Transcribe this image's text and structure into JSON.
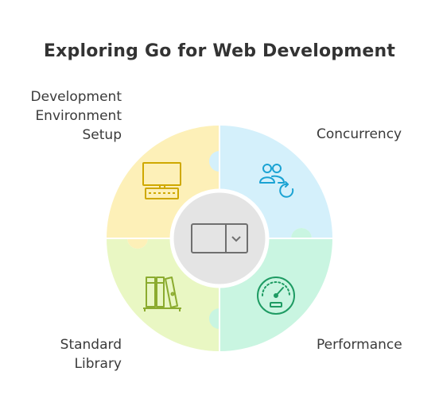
{
  "title": "Exploring Go for Web Development",
  "segments": [
    {
      "id": "dev-env",
      "label_lines": [
        "Development",
        "Environment",
        "Setup"
      ],
      "color": "#fdf0b8",
      "icon": "computer-icon"
    },
    {
      "id": "concurrency",
      "label_lines": [
        "Concurrency"
      ],
      "color": "#d4f0fb",
      "icon": "users-refresh-icon"
    },
    {
      "id": "std-lib",
      "label_lines": [
        "Standard",
        "Library"
      ],
      "color": "#e9f7c3",
      "icon": "books-icon"
    },
    {
      "id": "performance",
      "label_lines": [
        "Performance"
      ],
      "color": "#c9f5e1",
      "icon": "gauge-icon"
    }
  ],
  "center": {
    "color": "#e4e4e4",
    "icon": "dropdown-select-icon"
  }
}
